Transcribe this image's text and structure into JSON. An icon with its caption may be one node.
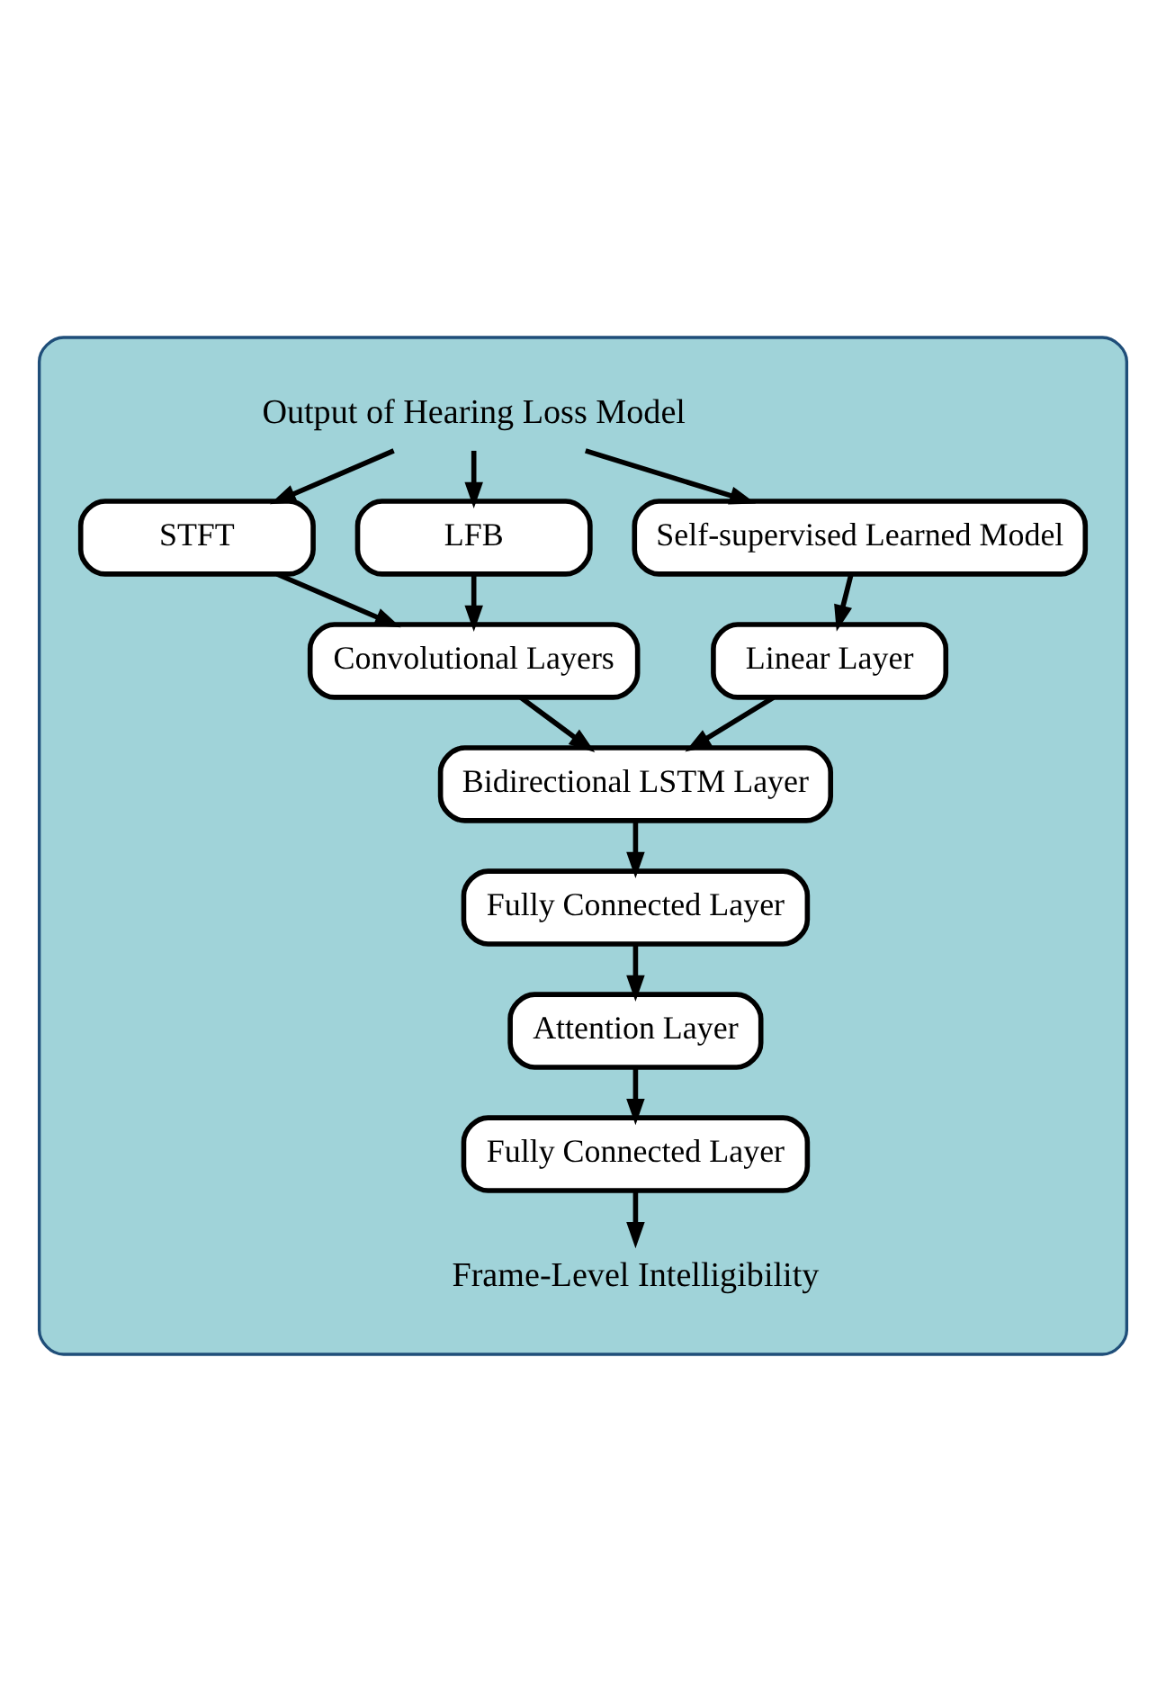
{
  "diagram": {
    "nodes": [
      {
        "text": [],
        "shape": "box"
      },
      {
        "text": [
          "Output of Hearing Loss Model"
        ],
        "in": 0
      },
      {
        "text": [
          "STFT"
        ],
        "in": 0
      },
      {
        "text": [
          "LFB"
        ],
        "in": 0
      },
      {
        "text": [
          "Self-supervised Learned Model"
        ],
        "in": 0
      },
      {
        "text": [
          "Convolutional Layers"
        ],
        "in": 0
      },
      {
        "text": [
          "Linear Layer"
        ],
        "in": 0
      },
      {
        "text": [
          "Bidirectional LSTM Layer"
        ],
        "in": 0
      },
      {
        "text": [
          "Fully Connected Layer"
        ],
        "in": 0
      },
      {
        "text": [
          "Attention Layer"
        ],
        "in": 0
      },
      {
        "text": [
          "Fully Connected Layer"
        ],
        "in": 0
      },
      {
        "text": [
          "Frame-Level Intelligibility"
        ],
        "in": 0
      }
    ],
    "edges": [
      {
        "from": 1,
        "to": 2,
        "arrow": "to"
      },
      {
        "from": 1,
        "to": 3,
        "arrow": "to"
      },
      {
        "from": 1,
        "to": 4,
        "arrow": "to"
      },
      {
        "from": 2,
        "to": 5,
        "arrow": "to"
      },
      {
        "from": 3,
        "to": 5,
        "arrow": "to"
      },
      {
        "from": 4,
        "to": 6,
        "arrow": "to"
      },
      {
        "from": 5,
        "to": 7,
        "arrow": "to"
      },
      {
        "from": 6,
        "to": 7,
        "arrow": "to"
      },
      {
        "from": 7,
        "to": 8,
        "arrow": "to"
      },
      {
        "from": 8,
        "to": 9,
        "arrow": "to"
      },
      {
        "from": 9,
        "to": 10,
        "arrow": "to"
      },
      {
        "from": 10,
        "to": 11,
        "arrow": "to"
      }
    ]
  }
}
